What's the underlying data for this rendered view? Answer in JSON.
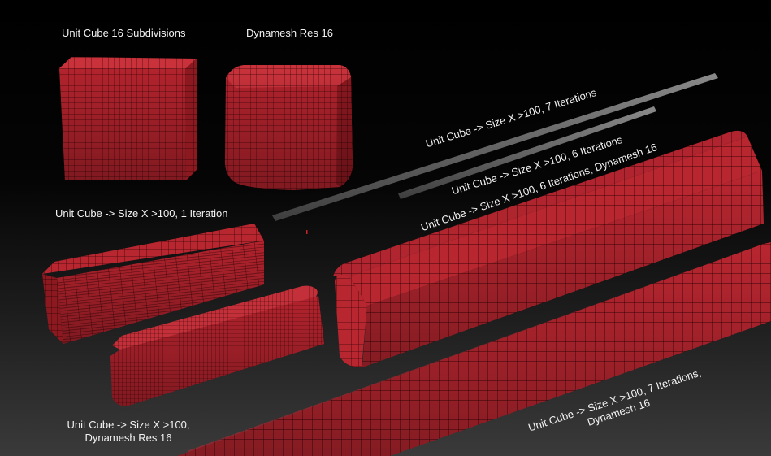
{
  "labels": {
    "unit_cube_subdiv": "Unit Cube 16 Subdivisions",
    "dynamesh_res16": "Dynamesh Res 16",
    "iter1": "Unit Cube -> Size X >100, 1 Iteration",
    "dyn_line1": "Unit Cube -> Size X >100,",
    "dyn_line2": "Dynamesh Res 16",
    "iter7": "Unit Cube -> Size X >100, 7 Iterations",
    "iter6": "Unit Cube -> Size X >100, 6 Iterations",
    "iter6_dyn": "Unit Cube -> Size X >100, 6 Iterations, Dynamesh 16",
    "iter7_dyn_line1": "Unit Cube -> Size X >100, 7 Iterations,",
    "iter7_dyn_line2": "Dynamesh 16"
  },
  "colors": {
    "mesh_front": "#b2232d",
    "mesh_top": "#c9323b",
    "mesh_side": "#8c1820",
    "wire": "#3a0508",
    "rod": "#6b6b6b",
    "text": "#f2f2f2"
  }
}
